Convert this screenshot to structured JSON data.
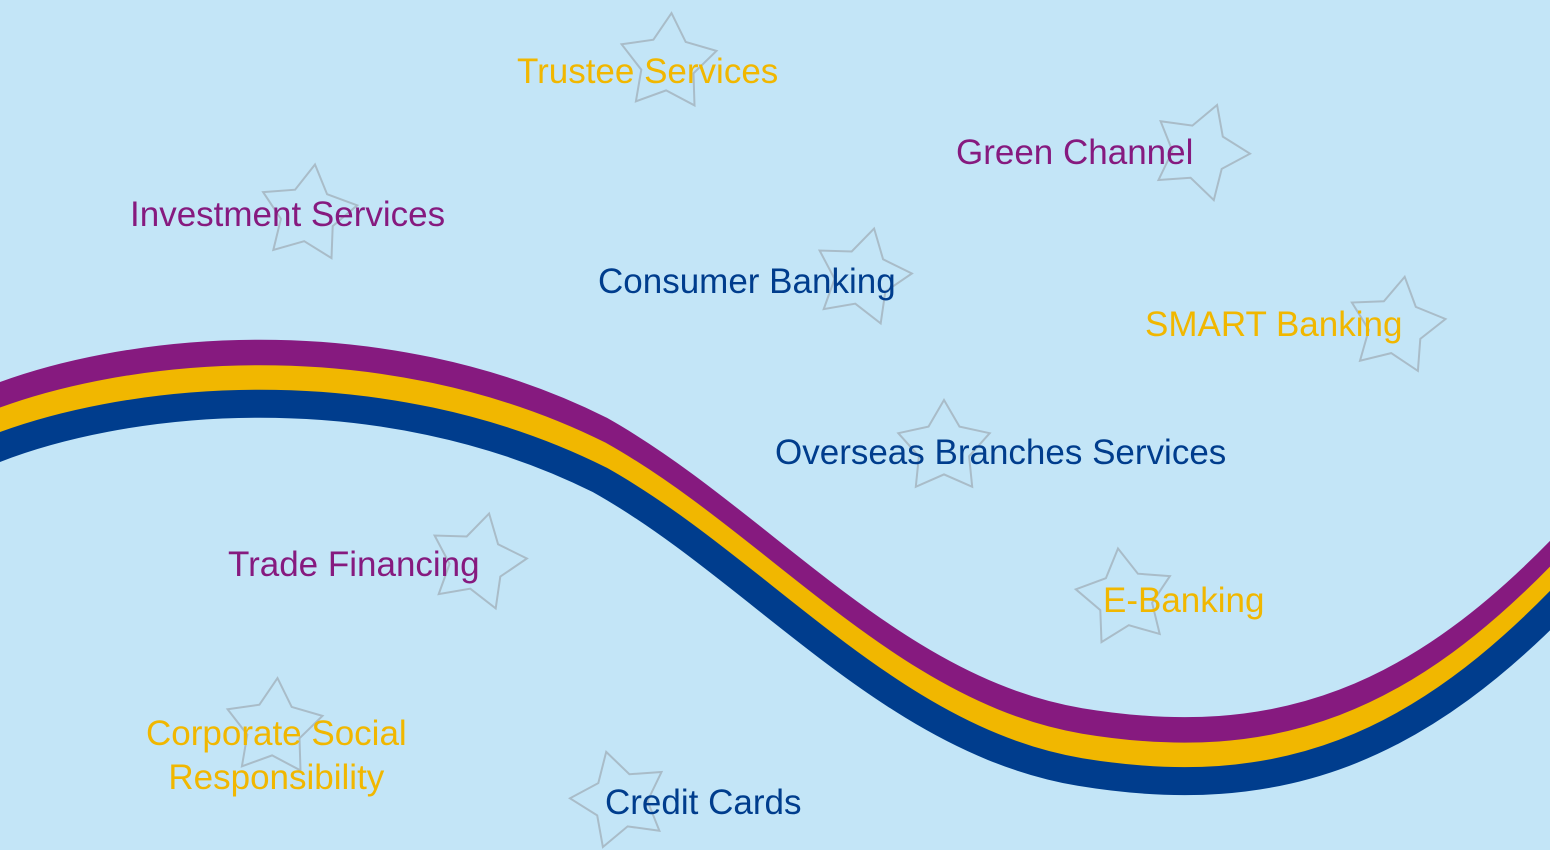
{
  "colors": {
    "background": "#c3e5f7",
    "purple": "#861a7f",
    "gold": "#f1b700",
    "blue": "#003d8d",
    "star_outline": "#a9bcc8"
  },
  "ribbon": {
    "stripes": [
      "purple",
      "gold",
      "blue"
    ]
  },
  "decoration_icon": "star-outline-icon",
  "services": [
    {
      "key": "trustee",
      "label": "Trustee Services",
      "color": "gold"
    },
    {
      "key": "green-channel",
      "label": "Green Channel",
      "color": "purple"
    },
    {
      "key": "investment",
      "label": "Investment Services",
      "color": "purple"
    },
    {
      "key": "consumer-banking",
      "label": "Consumer Banking",
      "color": "blue"
    },
    {
      "key": "smart-banking",
      "label": "SMART Banking",
      "color": "gold"
    },
    {
      "key": "overseas-branches",
      "label": "Overseas Branches Services",
      "color": "blue"
    },
    {
      "key": "trade-financing",
      "label": "Trade Financing",
      "color": "purple"
    },
    {
      "key": "e-banking",
      "label": "E-Banking",
      "color": "gold"
    },
    {
      "key": "csr",
      "lines": [
        "Corporate Social",
        "Responsibility"
      ],
      "color": "gold"
    },
    {
      "key": "credit-cards",
      "label": "Credit Cards",
      "color": "blue"
    }
  ]
}
